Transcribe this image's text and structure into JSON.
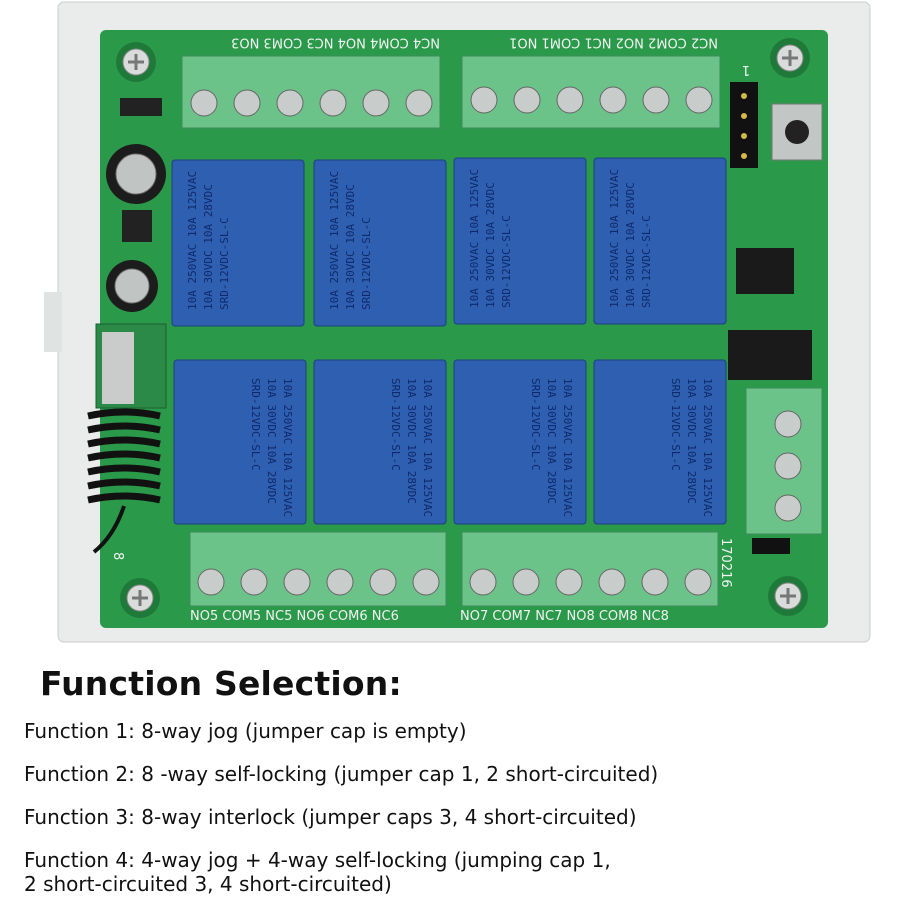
{
  "board": {
    "top_left_terminal_labels": "NC4 COM4 NO4 NC3 COM3 NO3",
    "top_right_terminal_labels": "NC2 COM2 NO2 NC1 COM1 NO1",
    "bottom_left_terminal_labels": "NO5 COM5 NC5 NO6 COM6 NC6",
    "bottom_right_terminal_labels": "NO7 COM7 NC7 NO8 COM8 NC8",
    "relay_label_line1": "SRD-12VDC-SL-C",
    "relay_label_line2": "10A 250VAC 10A 125VAC",
    "relay_label_line3": "10A 30VDC 10A 28VDC",
    "board_code": "170216",
    "jumper_marker": "1",
    "antenna_marker": "8"
  },
  "functions": {
    "heading": "Function Selection:",
    "lines": [
      "Function 1: 8-way jog (jumper cap is empty)",
      "Function 2: 8 -way self-locking (jumper cap 1, 2 short-circuited)",
      "Function 3: 8-way interlock (jumper caps 3, 4 short-circuited)",
      "Function 4: 4-way jog + 4-way self-locking (jumping cap 1,\n2 short-circuited 3, 4 short-circuited)"
    ]
  },
  "colors": {
    "pcb_green": "#2a9a4a",
    "relay_blue": "#2f5fb0",
    "terminal_green": "#6cc38a",
    "enclosure_white": "#e9ecea"
  }
}
